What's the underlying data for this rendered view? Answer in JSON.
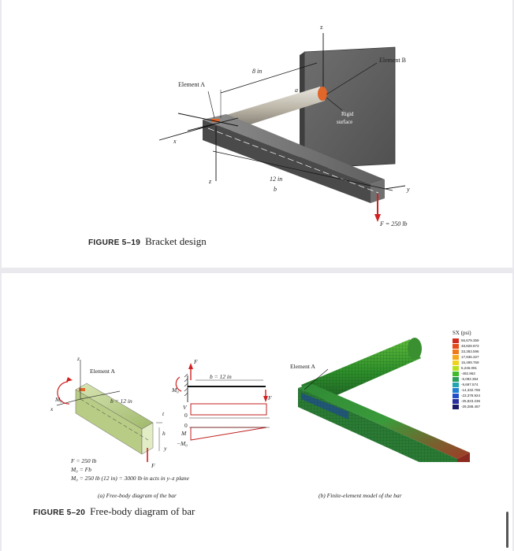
{
  "fig19": {
    "figure_no": "FIGURE 5–19",
    "title": "Bracket design",
    "labels": {
      "element_a": "Element A",
      "element_b": "Element B",
      "dim_8": "8 in",
      "dim_12": "12 in",
      "b": "b",
      "a": "a",
      "rigid": "Rigid",
      "surface": "surface",
      "x": "x",
      "y": "y",
      "z_top": "z",
      "z_bottom": "z",
      "force": "F = 250 lb"
    }
  },
  "fig20": {
    "figure_no": "FIGURE 5–20",
    "title": "Free-body diagram of bar",
    "sub_a": "(a) Free-body diagram of the bar",
    "sub_b": "(b) Finite-element model of the bar",
    "eq1": "F = 250 lb",
    "eq2": "M₀ = Fb",
    "eq3": "M₀ = 250 lb (12 in) = 3000 lb·in acts in y–z plane",
    "labels": {
      "element_a": "Element A",
      "b12": "b = 12 in",
      "b12_diag": "b = 12 in",
      "mo": "M₀",
      "x": "x",
      "y": "y",
      "z": "z",
      "h": "h",
      "t": "t",
      "F": "F",
      "V": "V",
      "M": "M",
      "zero1": "0",
      "zero2": "0",
      "negmo": "−M₀",
      "fem_element_a": "Element A"
    },
    "legend_title": "SX (psi)",
    "legend_values": [
      "56,679.359",
      "48,828.973",
      "33,383.596",
      "17,936.327",
      "15,499.769",
      "6,246.091",
      "-492.963",
      "-5,092.354",
      "-9,697.574",
      "-14,332.765",
      "-23,378.924",
      "-25,823.236",
      "-29,288.457"
    ],
    "legend_colors": [
      "#d12a1e",
      "#e44a1a",
      "#f0781a",
      "#f5a71c",
      "#f0d21e",
      "#b8e01e",
      "#3dbb2a",
      "#2a9f5a",
      "#1fa6b0",
      "#1f7fd0",
      "#2350c8",
      "#2a2fa0",
      "#1a1a6a"
    ]
  }
}
